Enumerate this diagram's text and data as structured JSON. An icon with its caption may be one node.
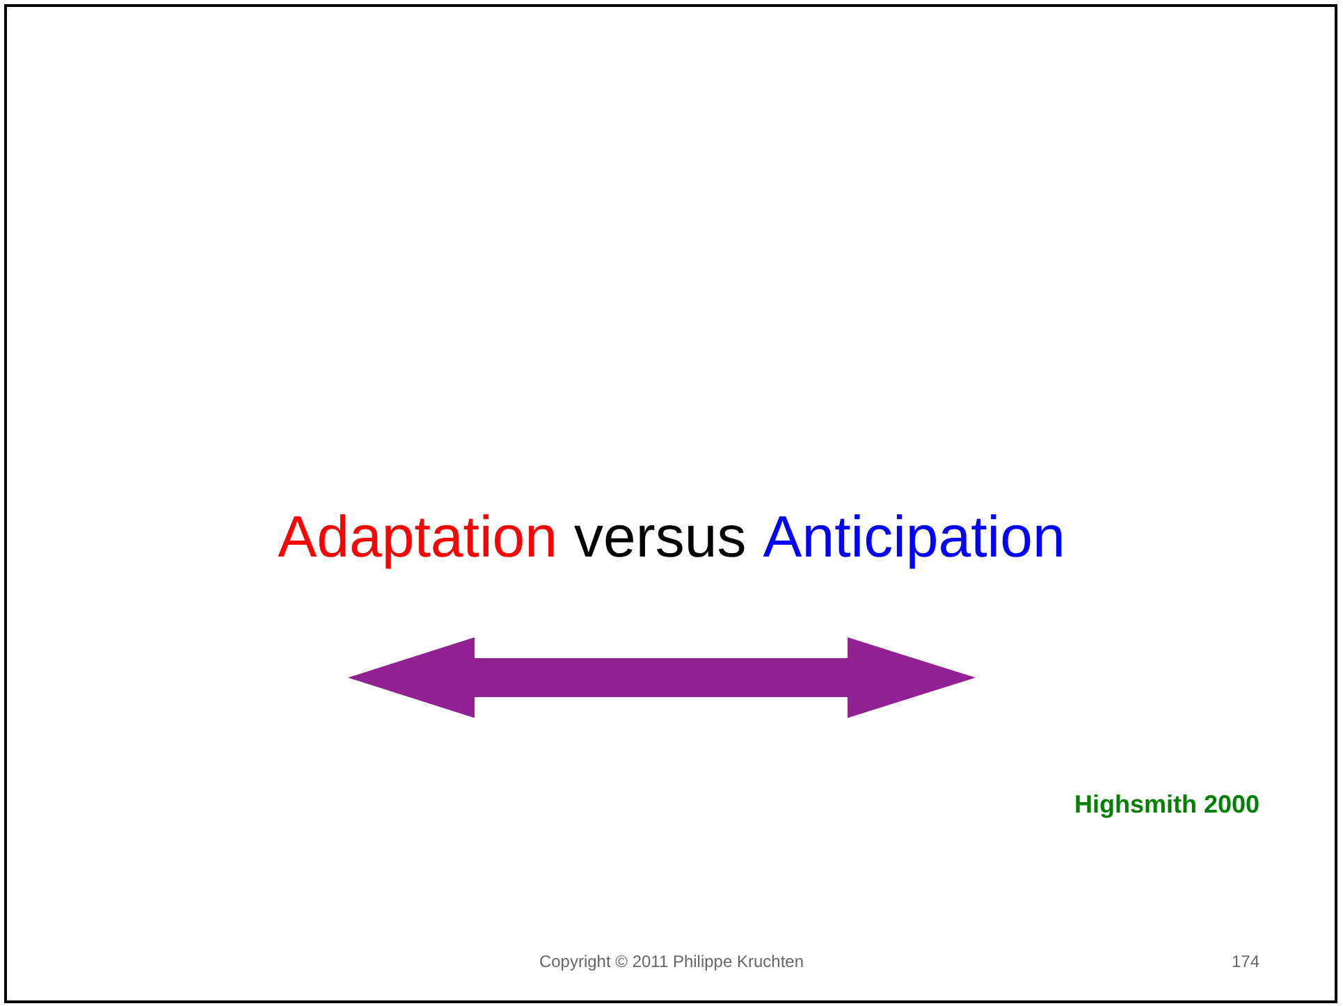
{
  "diagram": {
    "labels": [
      "Adaptation",
      "versus",
      "Anticipation",
      "Highsmith 2000",
      "Copyright © 2011 Philippe Kruchten",
      "174"
    ]
  }
}
